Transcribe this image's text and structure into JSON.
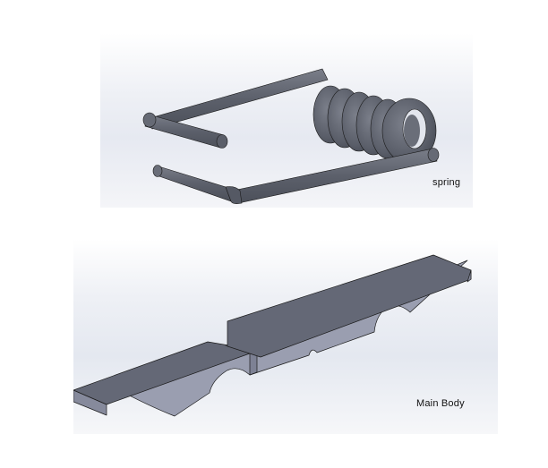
{
  "figures": [
    {
      "id": "spring",
      "label": "spring",
      "description": "Torsion spring with coiled body and two extended legs",
      "colors": {
        "part": "#5c606b",
        "part_light": "#6f737e",
        "edge": "#1a1a1a"
      }
    },
    {
      "id": "main-body",
      "label": "Main Body",
      "description": "Elongated tapered bar with notch and semicircular cutouts",
      "colors": {
        "top_face": "#646876",
        "side_face": "#9a9eb0",
        "end_face": "#868a9c",
        "edge": "#1a1a1a"
      }
    }
  ]
}
